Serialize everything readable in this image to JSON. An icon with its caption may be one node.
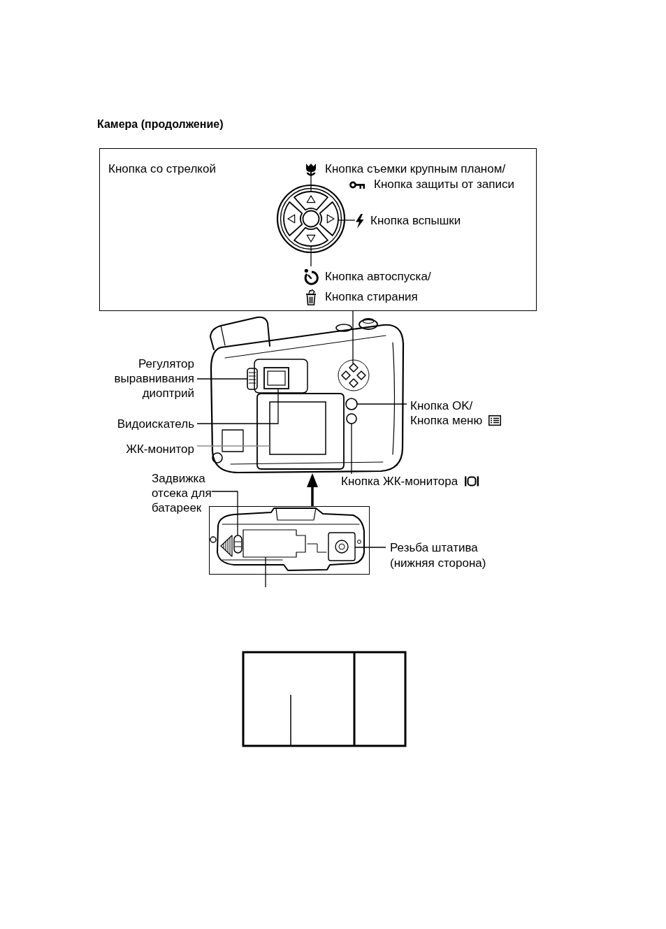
{
  "diagram": {
    "title": "Камера (продолжение)",
    "nodes": [
      {
        "text": [
          "Кнопка со стрелкой"
        ]
      },
      {
        "text": [
          "Кнопка съемки крупным планом/",
          "Кнопка защиты от записи"
        ],
        "in": 0
      },
      {
        "text": [],
        "shape": "picture",
        "in": 0
      },
      {
        "text": [
          "Кнопка вспышки"
        ],
        "in": 0
      },
      {
        "text": [],
        "shape": "picture",
        "in": 0
      },
      {
        "text": [
          "Кнопка автоспуска/",
          "Кнопка стирания"
        ],
        "in": 0
      },
      {
        "text": [],
        "shape": "picture",
        "in": 0
      },
      {
        "text": [],
        "shape": "picture"
      },
      {
        "text": [
          "Регулятор выравнивания диоптрий"
        ]
      },
      {
        "text": [],
        "shape": "picture",
        "in": 7
      },
      {
        "text": [
          "Видоискатель"
        ]
      },
      {
        "text": [],
        "shape": "picture",
        "in": 7
      },
      {
        "text": [
          "ЖК-монитор"
        ]
      },
      {
        "text": [],
        "shape": "box",
        "in": 7
      },
      {
        "text": [],
        "shape": "picture",
        "in": 7
      },
      {
        "text": [
          "Кнопка OK/",
          "Кнопка меню"
        ]
      },
      {
        "text": [],
        "shape": "circle",
        "in": 7
      },
      {
        "text": [
          "Кнопка ЖК-монитора"
        ]
      },
      {
        "text": [],
        "shape": "circle",
        "in": 7
      },
      {
        "text": [],
        "shape": "picture"
      },
      {
        "text": [
          "Задвижка отсека для батареек"
        ]
      },
      {
        "text": [],
        "shape": "picture",
        "in": 19
      },
      {
        "text": [],
        "shape": "picture",
        "in": 19
      },
      {
        "text": [
          "Резьба штатива (нижняя сторона)"
        ]
      },
      {
        "text": [],
        "shape": "picture",
        "in": 19
      },
      {
        "text": [],
        "shape": "picture",
        "in": 0
      }
    ],
    "edges": [
      {
        "from": 1,
        "to": 2,
        "arrow": "none"
      },
      {
        "from": 3,
        "to": 4,
        "arrow": "none"
      },
      {
        "from": 5,
        "to": 6,
        "arrow": "none"
      },
      {
        "from": 0,
        "to": 14,
        "arrow": "none"
      },
      {
        "from": 8,
        "to": 9,
        "arrow": "none"
      },
      {
        "from": 10,
        "to": 11,
        "arrow": "none"
      },
      {
        "from": 12,
        "to": 13,
        "arrow": "none",
        "color": "#8c8c8c"
      },
      {
        "from": 15,
        "to": 16,
        "arrow": "none"
      },
      {
        "from": 17,
        "to": 18,
        "arrow": "none"
      },
      {
        "from": 19,
        "to": 7,
        "arrow": "to",
        "style": "thick"
      },
      {
        "from": 20,
        "to": 21,
        "arrow": "none"
      },
      {
        "from": 23,
        "to": 24,
        "arrow": "none"
      },
      {
        "from": 22,
        "to": null,
        "arrow": "none"
      }
    ]
  }
}
